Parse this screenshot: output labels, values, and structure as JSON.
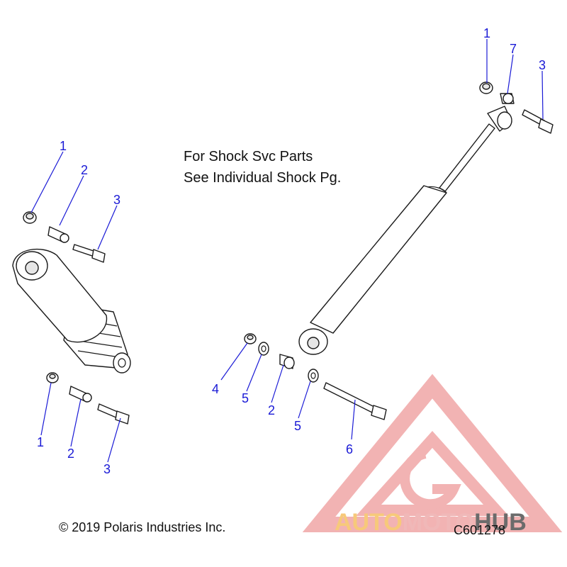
{
  "note": {
    "line1": "For Shock Svc Parts",
    "line2": "See Individual Shock Pg."
  },
  "footer": {
    "copyright": "© 2019 Polaris Industries Inc.",
    "drawing_number": "C601278"
  },
  "watermark": {
    "part1": "AUTO",
    "part2": "MOTO",
    "part3": "HUB",
    "color_light": "#f0b8b8",
    "color_orange": "#f7c97a",
    "color_dark": "#6b6b6b"
  },
  "callouts": {
    "left_top_1": "1",
    "left_top_2": "2",
    "left_top_3": "3",
    "left_bot_1": "1",
    "left_bot_2": "2",
    "left_bot_3": "3",
    "right_top_1": "1",
    "right_top_7": "7",
    "right_top_3": "3",
    "right_bot_4": "4",
    "right_bot_5a": "5",
    "right_bot_2": "2",
    "right_bot_5b": "5",
    "right_bot_6": "6"
  },
  "colors": {
    "callout": "#1a1ad6",
    "line": "#1a1a1a"
  }
}
